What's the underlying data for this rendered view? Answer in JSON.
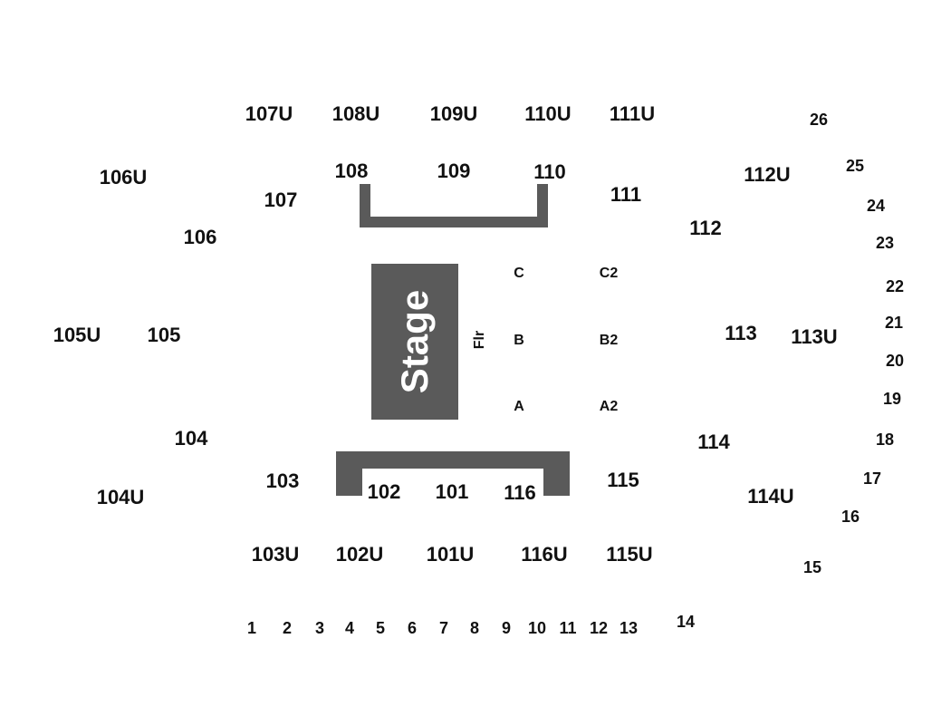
{
  "stage": {
    "label": "Stage"
  },
  "floor_label": "Flr",
  "floor_sections": {
    "c": "C",
    "c2": "C2",
    "b": "B",
    "b2": "B2",
    "a": "A",
    "a2": "A2"
  },
  "upper_sections": {
    "s107u": "107U",
    "s108u": "108U",
    "s109u": "109U",
    "s110u": "110U",
    "s111u": "111U",
    "s106u": "106U",
    "s112u": "112U",
    "s105u": "105U",
    "s113u": "113U",
    "s104u": "104U",
    "s114u": "114U",
    "s103u": "103U",
    "s102u": "102U",
    "s101u": "101U",
    "s116u": "116U",
    "s115u": "115U"
  },
  "lower_sections": {
    "s108": "108",
    "s109": "109",
    "s110": "110",
    "s107": "107",
    "s111": "111",
    "s106": "106",
    "s112": "112",
    "s105": "105",
    "s113": "113",
    "s104": "104",
    "s114": "114",
    "s103": "103",
    "s115": "115",
    "s102": "102",
    "s101": "101",
    "s116": "116"
  },
  "suites": {
    "n1": "1",
    "n2": "2",
    "n3": "3",
    "n4": "4",
    "n5": "5",
    "n6": "6",
    "n7": "7",
    "n8": "8",
    "n9": "9",
    "n10": "10",
    "n11": "11",
    "n12": "12",
    "n13": "13",
    "n14": "14",
    "n15": "15",
    "n16": "16",
    "n17": "17",
    "n18": "18",
    "n19": "19",
    "n20": "20",
    "n21": "21",
    "n22": "22",
    "n23": "23",
    "n24": "24",
    "n25": "25",
    "n26": "26"
  },
  "colors": {
    "stage": "#5a5a5a",
    "text": "#111111",
    "background": "#ffffff"
  }
}
